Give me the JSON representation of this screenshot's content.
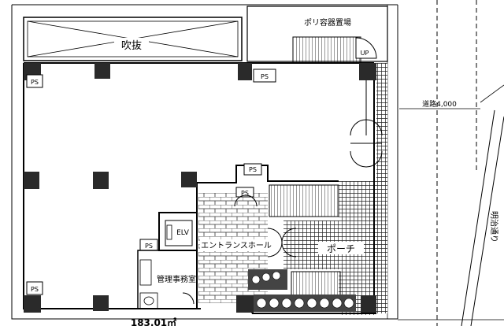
{
  "labels": {
    "void": "吹抜",
    "poly_storage": "ポリ容器置場",
    "up": "UP",
    "road": "道路4,000",
    "meiji_street": "明治通り",
    "elv": "ELV",
    "entrance_hall": "エントランスホール",
    "porch": "ポーチ",
    "management_office": "管理事務室",
    "ps": "PS",
    "area": "183.01㎡"
  },
  "colors": {
    "line": "#000000",
    "column": "#2a2a2a",
    "tile": "#444444"
  }
}
